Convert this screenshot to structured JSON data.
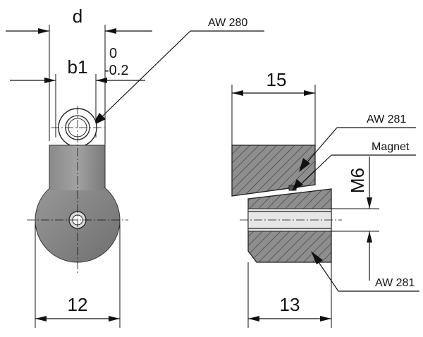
{
  "left_part": {
    "dim_top": "d",
    "tol_upper": "0",
    "tol_lower": "-0.2",
    "dim_inner": "b1",
    "dim_bottom": "12",
    "callout": "AW 280"
  },
  "right_part": {
    "dim_top": "15",
    "dim_bottom": "13",
    "dim_side": "M6",
    "callout_top": "AW 281",
    "callout_magnet": "Magnet",
    "callout_bottom": "AW 281"
  }
}
